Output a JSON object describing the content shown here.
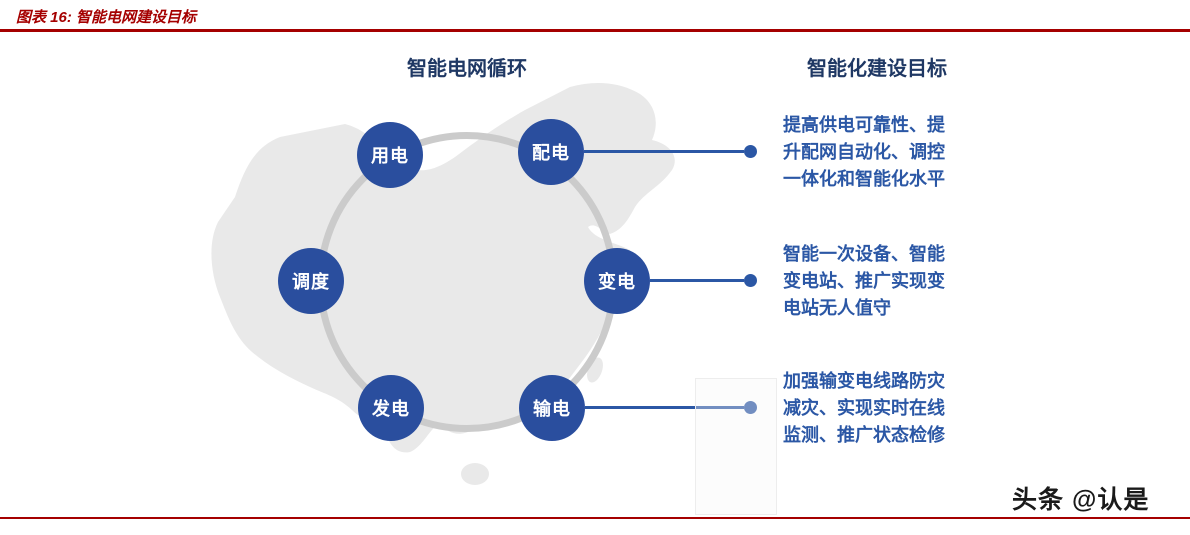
{
  "header": {
    "title": "图表 16: 智能电网建设目标"
  },
  "diagram": {
    "left_title": "智能电网循环",
    "right_title": "智能化建设目标",
    "nodes": [
      {
        "label": "用电"
      },
      {
        "label": "配电"
      },
      {
        "label": "调度"
      },
      {
        "label": "变电"
      },
      {
        "label": "发电"
      },
      {
        "label": "输电"
      }
    ],
    "goals": [
      {
        "lines": [
          "提高供电可靠性、提",
          "升配网自动化、调控",
          "一体化和智能化水平"
        ]
      },
      {
        "lines": [
          "智能一次设备、智能",
          "变电站、推广实现变",
          "电站无人值守"
        ]
      },
      {
        "lines": [
          "加强输变电线路防灾",
          "减灾、实现实时在线",
          "监测、推广状态检修"
        ]
      }
    ]
  },
  "footer": {
    "credit": "头条 @认是"
  },
  "colors": {
    "accent_red": "#A50000",
    "node_blue": "#2A4E9E",
    "text_blue": "#2B57A5",
    "title_navy": "#1F3864",
    "ring_gray": "#CBCBCB",
    "map_gray": "#E9E9E9"
  }
}
